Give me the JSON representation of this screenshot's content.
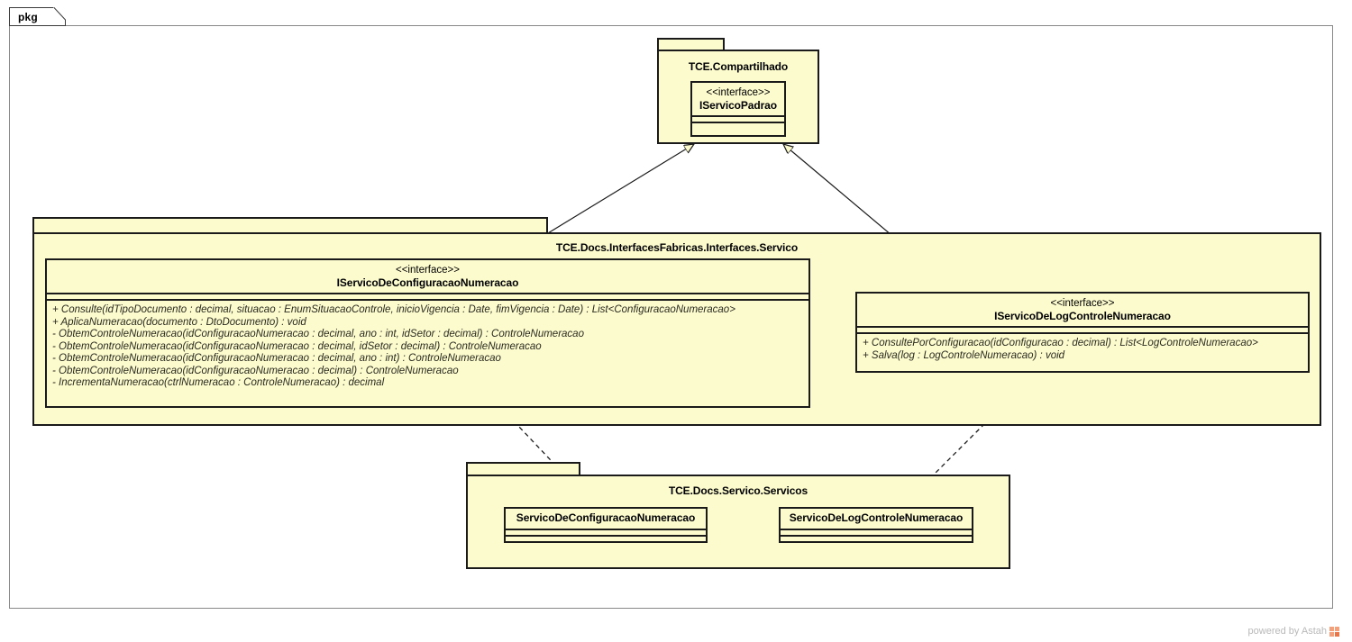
{
  "diagram": {
    "frame_label": "pkg",
    "watermark": "powered by Astah"
  },
  "packages": {
    "compartilhado": {
      "name": "TCE.Compartilhado"
    },
    "interfaces_servico": {
      "name": "TCE.Docs.InterfacesFabricas.Interfaces.Servico"
    },
    "servicos": {
      "name": "TCE.Docs.Servico.Servicos"
    }
  },
  "stereotype_interface": "<<interface>>",
  "classes": {
    "iservico_padrao": {
      "stereotype": "<<interface>>",
      "name": "IServicoPadrao"
    },
    "iservico_config_numeracao": {
      "stereotype": "<<interface>>",
      "name": "IServicoDeConfiguracaoNumeracao",
      "operations": [
        "+ Consulte(idTipoDocumento : decimal, situacao : EnumSituacaoControle, inicioVigencia : Date, fimVigencia : Date) : List<ConfiguracaoNumeracao>",
        "+ AplicaNumeracao(documento : DtoDocumento) : void",
        "- ObtemControleNumeracao(idConfiguracaoNumeracao : decimal, ano : int, idSetor : decimal) : ControleNumeracao",
        "- ObtemControleNumeracao(idConfiguracaoNumeracao : decimal, idSetor : decimal) : ControleNumeracao",
        "- ObtemControleNumeracao(idConfiguracaoNumeracao : decimal, ano : int) : ControleNumeracao",
        "- ObtemControleNumeracao(idConfiguracaoNumeracao : decimal) : ControleNumeracao",
        "- IncrementaNumeracao(ctrlNumeracao : ControleNumeracao) : decimal"
      ]
    },
    "iservico_log_controle_numeracao": {
      "stereotype": "<<interface>>",
      "name": "IServicoDeLogControleNumeracao",
      "operations": [
        "+ ConsultePorConfiguracao(idConfiguracao : decimal) : List<LogControleNumeracao>",
        "+ Salva(log : LogControleNumeracao) : void"
      ]
    },
    "servico_config_numeracao": {
      "name": "ServicoDeConfiguracaoNumeracao"
    },
    "servico_log_controle_numeracao": {
      "name": "ServicoDeLogControleNumeracao"
    }
  },
  "relationships": [
    {
      "type": "generalization",
      "from": "IServicoDeConfiguracaoNumeracao",
      "to": "IServicoPadrao"
    },
    {
      "type": "generalization",
      "from": "IServicoDeLogControleNumeracao",
      "to": "IServicoPadrao"
    },
    {
      "type": "association",
      "from": "IServicoDeConfiguracaoNumeracao",
      "to": "IServicoDeLogControleNumeracao"
    },
    {
      "type": "realization",
      "from": "ServicoDeConfiguracaoNumeracao",
      "to": "IServicoDeConfiguracaoNumeracao"
    },
    {
      "type": "realization",
      "from": "ServicoDeLogControleNumeracao",
      "to": "IServicoDeLogControleNumeracao"
    }
  ],
  "colors": {
    "fill": "#FCFBCD",
    "stroke": "#1A1A1A",
    "frame": "#888888",
    "watermark": "#B9B9B9"
  }
}
